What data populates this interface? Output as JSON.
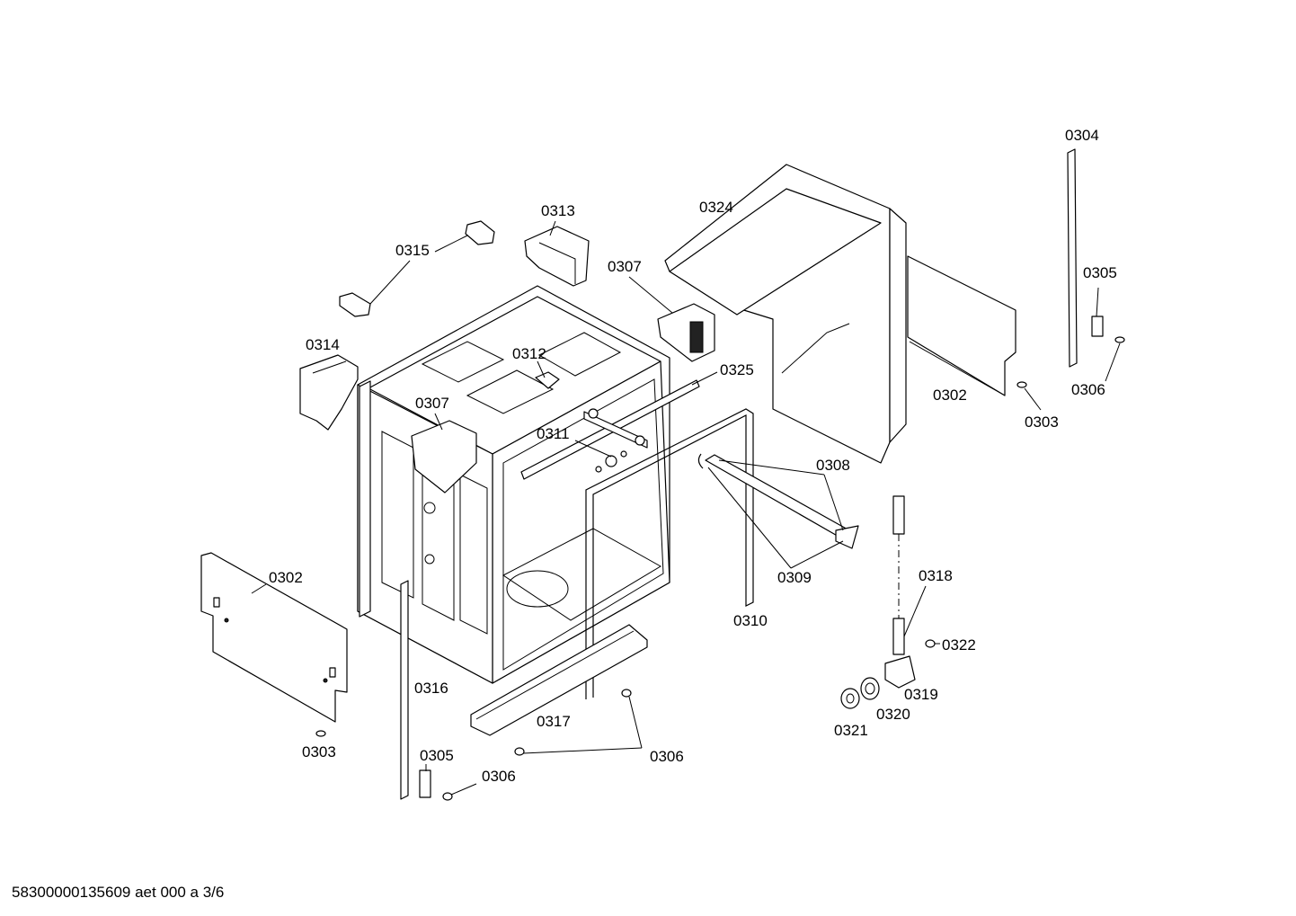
{
  "document_id": "58300000135609 aet 000 a 3/6",
  "callouts": {
    "c0304": "0304",
    "c0324": "0324",
    "c0313": "0313",
    "c0315": "0315",
    "c0307a": "0307",
    "c0305a": "0305",
    "c0314": "0314",
    "c0312": "0312",
    "c0325": "0325",
    "c0307b": "0307",
    "c0302a": "0302",
    "c0306a": "0306",
    "c0303a": "0303",
    "c0311": "0311",
    "c0308": "0308",
    "c0309": "0309",
    "c0318": "0318",
    "c0302b": "0302",
    "c0310": "0310",
    "c0322": "0322",
    "c0316": "0316",
    "c0319": "0319",
    "c0320": "0320",
    "c0317": "0317",
    "c0321": "0321",
    "c0303b": "0303",
    "c0306b": "0306",
    "c0305b": "0305",
    "c0306c": "0306"
  }
}
